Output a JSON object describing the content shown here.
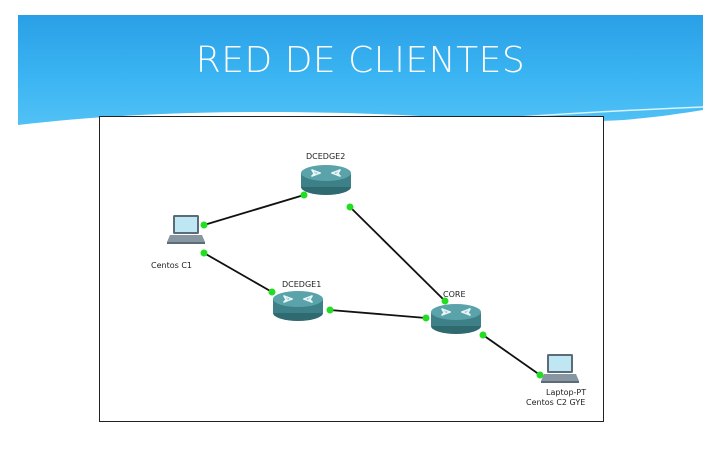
{
  "slide": {
    "title": "RED DE CLIENTES",
    "header_color": "#3ab4f2"
  },
  "diagram": {
    "nodes": [
      {
        "id": "dcedge2",
        "type": "router",
        "label": "DCEDGE2"
      },
      {
        "id": "dcedge1",
        "type": "router",
        "label": "DCEDGE1"
      },
      {
        "id": "core",
        "type": "router",
        "label": "CORE"
      },
      {
        "id": "centos-c1",
        "type": "laptop",
        "label": "Centos C1"
      },
      {
        "id": "laptop-pt",
        "type": "laptop",
        "label": "Laptop-PT",
        "sublabel": "Centos C2 GYE"
      }
    ],
    "links": [
      {
        "from": "centos-c1",
        "to": "dcedge2"
      },
      {
        "from": "centos-c1",
        "to": "dcedge1"
      },
      {
        "from": "dcedge2",
        "to": "core"
      },
      {
        "from": "dcedge1",
        "to": "core"
      },
      {
        "from": "core",
        "to": "laptop-pt"
      }
    ],
    "link_status_color": "#22dd22",
    "router_color": "#4a8f95",
    "router_icon": "router-icon",
    "laptop_icon": "laptop-icon"
  }
}
